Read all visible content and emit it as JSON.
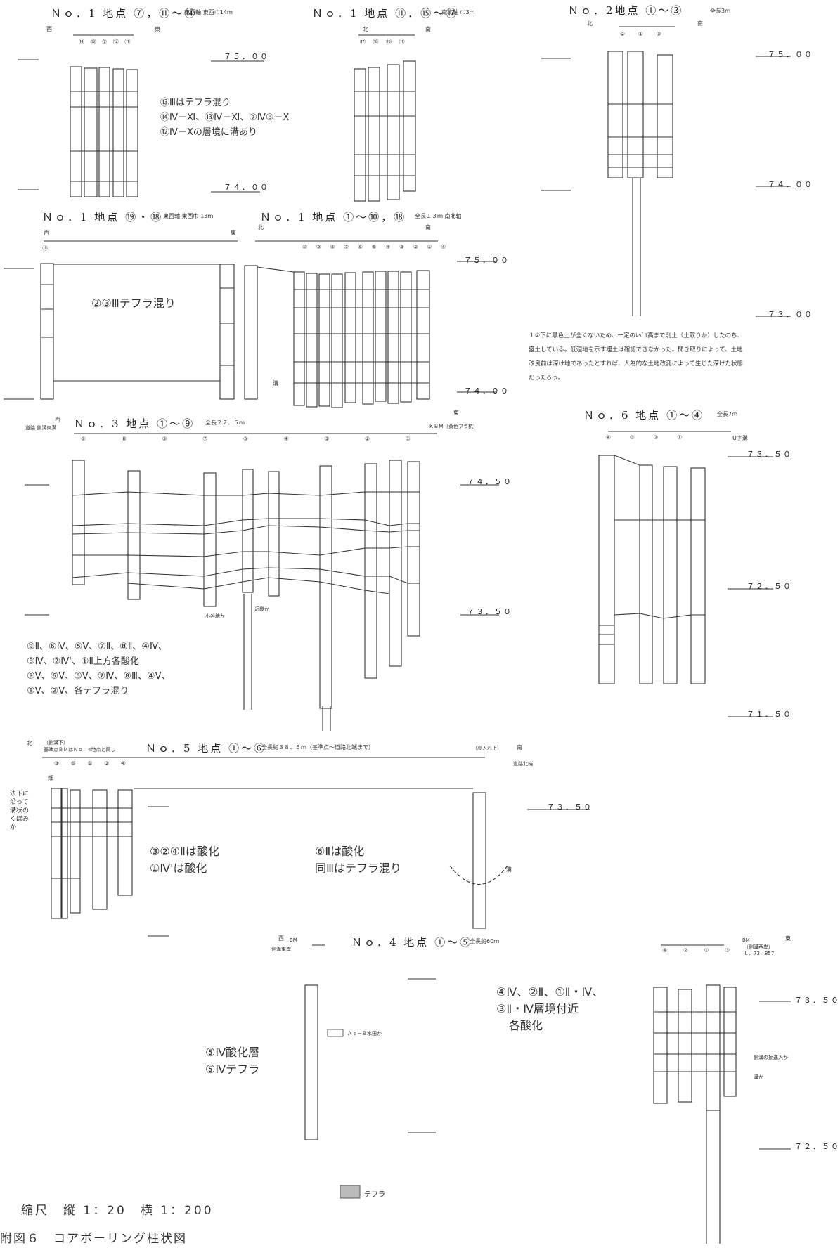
{
  "panels": {
    "p1a": {
      "title": "Ｎｏ．1 地点 ⑦，⑪〜⑭",
      "sub": "東西軸|東西巾14ｍ",
      "west": "西",
      "east": "東",
      "order": "⑭ ⑬ ⑦ ⑫ ⑪"
    },
    "p1b": {
      "title": "Ｎｏ．1 地点 ⑪．⑮〜⑰",
      "sub": "南北軸 巾3ｍ",
      "north": "北",
      "south": "南",
      "order": "⑰ ⑯ ⑮ ⑪"
    },
    "p2": {
      "title": "Ｎｏ．2地点 ①〜③",
      "sub": "全長3ｍ",
      "north": "北",
      "south": "南",
      "order": "② ① ③"
    },
    "p1c": {
      "title": "Ｎｏ．1 地点 ⑲・⑱",
      "sub": "東西軸 東西巾 13ｍ",
      "west": "西",
      "east": "東",
      "order": "⑲"
    },
    "p1d": {
      "title": "Ｎｏ．1 地点 ①〜⑩，⑱",
      "sub": "全長１３ｍ 南北軸",
      "north": "北",
      "south": "南",
      "order": "⑩ ⑨ ⑧ ⑦ ⑥ ⑤ ④ ③ ② ① ④"
    },
    "p3": {
      "title": "Ｎｏ．3 地点 ①〜⑨",
      "sub": "全長２７．５ｍ",
      "west": "西",
      "east": "東",
      "left_tag": "道路 側溝東溝",
      "bm": "ＫＢＭ（黄色プラ杭）",
      "order": "⑨ ⑧ ⑤ ⑦ ⑥ ④ ③ ② ①"
    },
    "p6": {
      "title": "Ｎｏ．6 地点 ①〜④",
      "sub": "全長7ｍ",
      "order": "④ ③ ② ①",
      "u": "U字溝"
    },
    "p5": {
      "title": "Ｎｏ．5 地点 ①〜⑥",
      "sub": "全長約３８．５ｍ（基準点〜道路北端まで）",
      "north": "北",
      "south": "南",
      "north_tag": "（側溝下）",
      "bm_note": "基準点ＢＭはＮｏ．4地点と同じ",
      "right_tag": "（高入れ上）",
      "road": "道路北端",
      "order": "③ ⑤ ① ② ④",
      "field": "畑",
      "slope": "法下に沿って溝状のくぼみか"
    },
    "p4": {
      "title": "Ｎｏ．4 地点 ①〜⑤",
      "sub": "全長約60ｍ",
      "west": "西",
      "bm": "BM",
      "left_tag": "側溝東岸",
      "east": "東",
      "order": "④ ② ① ③",
      "bm_r": "BM",
      "bm_r2": "（側溝西岸）",
      "bm_val": "Ｌ．73．857",
      "paddy": "Ａｓ－Ｂ水田か",
      "trench1": "側溝の掘進入か",
      "trench2": "溝か"
    }
  },
  "levels": {
    "l75a": "７５．００",
    "l74a": "７４．００",
    "l75b": "７５．００",
    "l74b": "７４．００",
    "l73b": "７３．００",
    "l75c": "７５．００",
    "l74c": "７４．００",
    "l745": "７４．５０",
    "l735": "７３．５０",
    "l6a": "７３．５０",
    "l6b": "７２．５０",
    "l6c": "７１．５０",
    "l5": "７３．５０",
    "l4a": "７３．５０",
    "l4b": "７２．５０"
  },
  "notes": {
    "n1a": [
      "⑬Ⅲはテフラ混り",
      "⑭Ⅳ－Ⅺ、⑬Ⅳ－Ⅺ、⑦Ⅳ③－Ⅹ",
      "⑫Ⅳ－Ⅹの層境に溝あり"
    ],
    "n1c": "②③Ⅲテフラ混り",
    "n1d_groove": "溝",
    "n2": [
      "１②下に黒色土が全くないため、一定のﾚﾍﾞﾙ高まで削土（土取りか）したのち、",
      "盛土している。低湿地を示す埋土は確認できなかった。聞き取りによって、土地",
      "改良前は深け地であったとすれば、人為的な土地改変によって生じた深けた状態",
      "だったろう。"
    ],
    "n3": [
      "⑨Ⅱ、⑥Ⅳ、⑤Ⅴ、⑦Ⅱ、⑧Ⅱ、④Ⅳ、",
      "③Ⅳ、②Ⅳ'、①Ⅱ上方各酸化",
      "⑨Ⅴ、⑥Ⅴ、⑤Ⅴ、⑦Ⅳ、⑧Ⅲ、④Ⅴ、",
      "③Ⅴ、②Ⅴ、各テフラ混り"
    ],
    "n3_valley": "小谷地か",
    "n3_gully": "近畿か",
    "n5a": [
      "③②④Ⅱは酸化",
      "①Ⅳ'は酸化"
    ],
    "n5b": [
      "⑥Ⅱは酸化",
      "同Ⅲはテフラ混り"
    ],
    "n5_groove": "溝",
    "n4a": [
      "⑤Ⅳ酸化層",
      "⑤Ⅳテフラ"
    ],
    "n4b": [
      "④Ⅳ、②Ⅱ、①Ⅱ・Ⅳ、",
      "③Ⅱ・Ⅳ層境付近",
      "各酸化"
    ]
  },
  "legend": {
    "tephra": "テフラ"
  },
  "footer": {
    "scale": "縮尺　縦 1：20　横 1：200",
    "caption": "附図６　コアボーリング柱状図"
  }
}
